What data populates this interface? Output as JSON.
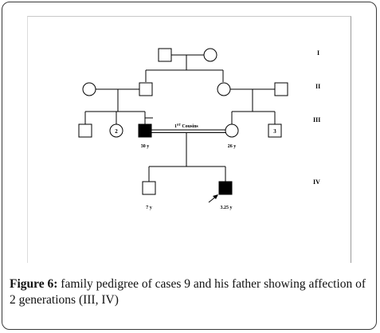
{
  "generations": [
    "I",
    "II",
    "III",
    "IV"
  ],
  "pedigree": {
    "consanguinity_label_main": "1",
    "consanguinity_label_sup": "ST",
    "consanguinity_label_rest": " Cousins",
    "sibship_count_left": "2",
    "sibship_count_right": "3",
    "ages": {
      "father": "30 y",
      "mother": "26 y",
      "son_unaffected": "7 y",
      "proband": "3.25 y"
    }
  },
  "caption": {
    "label": "Figure 6:",
    "text": " family pedigree of cases 9 and his father showing affection of 2 generations (III, IV)"
  },
  "colors": {
    "affected": "#000000",
    "unaffected": "#ffffff",
    "frame_border": "#3a3a3a"
  }
}
